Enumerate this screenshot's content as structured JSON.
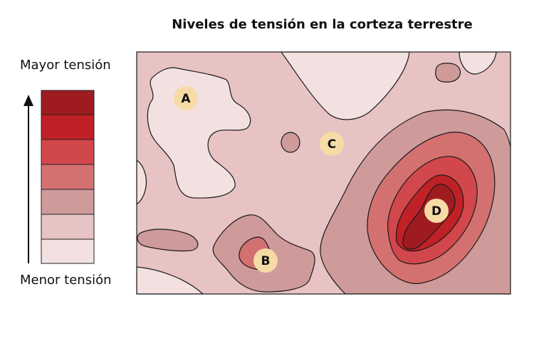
{
  "title": "Niveles de tensión en la corteza terrestre",
  "legend": {
    "high_label": "Mayor tensión",
    "low_label": "Menor tensión",
    "colors": [
      "#9e1c20",
      "#c02127",
      "#d1474b",
      "#d37170",
      "#cf9a9a",
      "#e7c3c3",
      "#f3e1e2"
    ]
  },
  "markers": [
    {
      "label": "A"
    },
    {
      "label": "B"
    },
    {
      "label": "C"
    },
    {
      "label": "D"
    }
  ],
  "marker_color": "#f6dba5"
}
